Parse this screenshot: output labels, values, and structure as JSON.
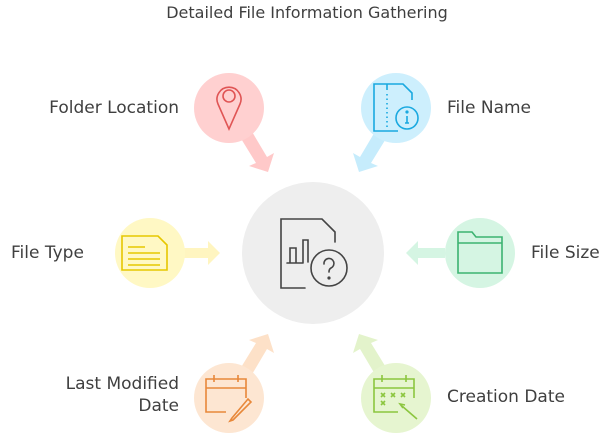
{
  "title": "Detailed File Information Gathering",
  "nodes": [
    {
      "label": "Folder Location",
      "icon": "map-pin-icon",
      "color": "#e05555",
      "bg": "#ffd0d0"
    },
    {
      "label": "File Name",
      "icon": "file-info-icon",
      "color": "#1aa9e0",
      "bg": "#cdeffd"
    },
    {
      "label": "File Type",
      "icon": "document-icon",
      "color": "#e6c700",
      "bg": "#fff8c4"
    },
    {
      "label": "File Size",
      "icon": "folder-icon",
      "color": "#3cb371",
      "bg": "#d5f5e3"
    },
    {
      "label_line1": "Last Modified",
      "label_line2": "Date",
      "icon": "calendar-edit-icon",
      "color": "#e8883a",
      "bg": "#fde6d2"
    },
    {
      "label": "Creation Date",
      "icon": "calendar-icon",
      "color": "#8cc63f",
      "bg": "#e6f5d0"
    }
  ],
  "center": {
    "icon": "file-question-icon",
    "bg": "#eeeeee"
  }
}
